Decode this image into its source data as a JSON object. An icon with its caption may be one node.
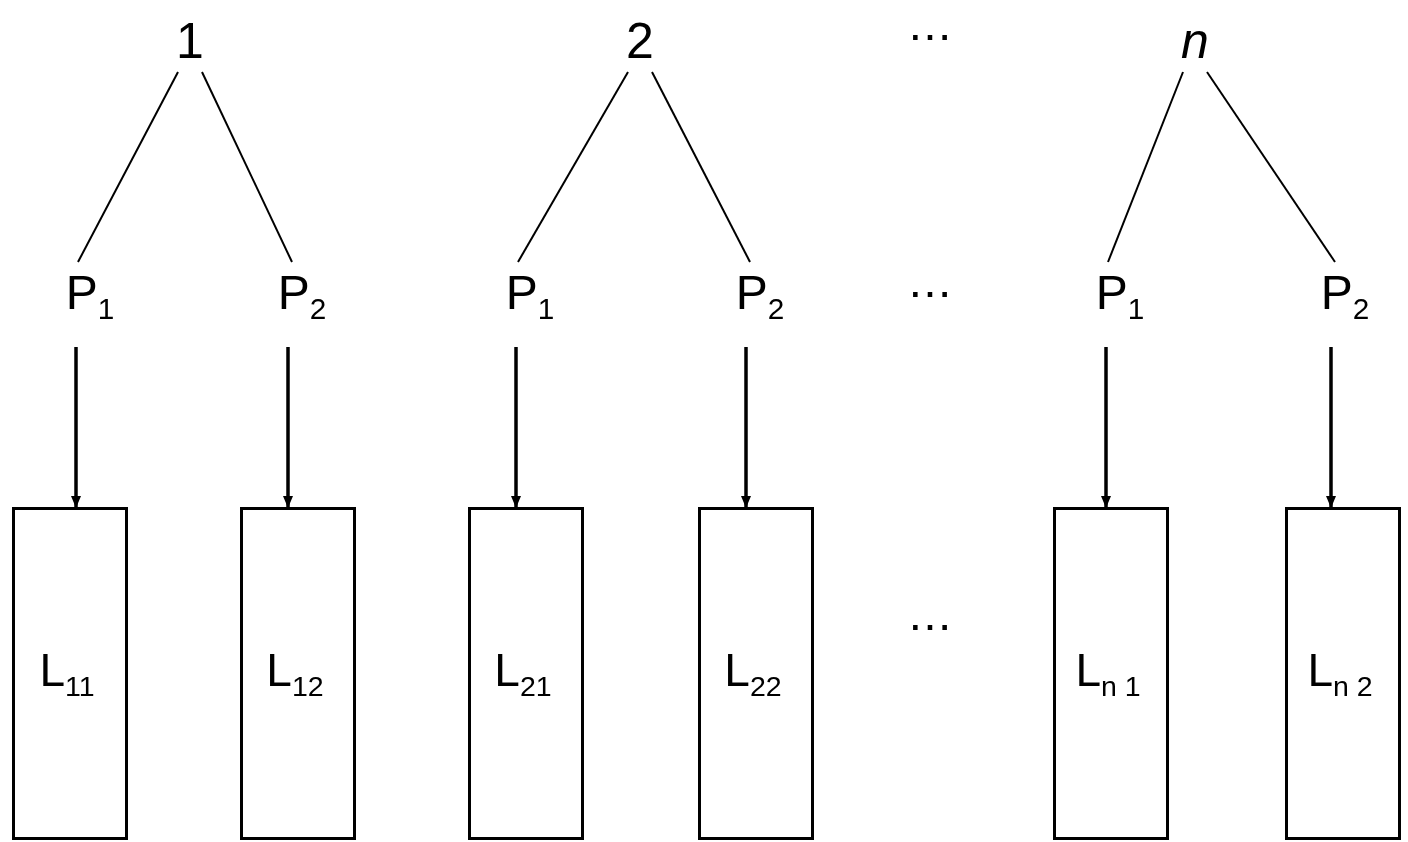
{
  "diagram": {
    "nodes": [
      {
        "text": [
          "1"
        ]
      },
      {
        "text": [
          "2"
        ]
      },
      {
        "text": [
          "n"
        ]
      },
      {
        "text": [
          "P$_{1}$"
        ]
      },
      {
        "text": [
          "P$_{2}$"
        ]
      },
      {
        "text": [
          "P$_{1}$"
        ]
      },
      {
        "text": [
          "P$_{2}$"
        ]
      },
      {
        "text": [
          "P$_{1}$"
        ]
      },
      {
        "text": [
          "P$_{2}$"
        ]
      },
      {
        "text": [
          "L$_{11}$"
        ]
      },
      {
        "text": [
          "L$_{12}$"
        ]
      },
      {
        "text": [
          "L$_{21}$"
        ]
      },
      {
        "text": [
          "L$_{22}$"
        ]
      },
      {
        "text": [
          "L$_{n 1}$"
        ]
      },
      {
        "text": [
          "L$_{n 2}$"
        ]
      }
    ],
    "edges": [
      {
        "from": 0,
        "to": 3,
        "arrow": "none"
      },
      {
        "from": 0,
        "to": 4,
        "arrow": "none"
      },
      {
        "from": 1,
        "to": 5,
        "arrow": "none"
      },
      {
        "from": 1,
        "to": 6,
        "arrow": "none"
      },
      {
        "from": 2,
        "to": 7,
        "arrow": "none"
      },
      {
        "from": 2,
        "to": 8,
        "arrow": "none"
      },
      {
        "from": 3,
        "to": 9,
        "arrow": "to"
      },
      {
        "from": 4,
        "to": 10,
        "arrow": "to"
      },
      {
        "from": 5,
        "to": 11,
        "arrow": "to"
      },
      {
        "from": 6,
        "to": 12,
        "arrow": "to"
      },
      {
        "from": 7,
        "to": 13,
        "arrow": "to"
      },
      {
        "from": 8,
        "to": 14,
        "arrow": "to"
      }
    ],
    "labels": [
      "⋯",
      "⋯",
      "⋯"
    ]
  }
}
